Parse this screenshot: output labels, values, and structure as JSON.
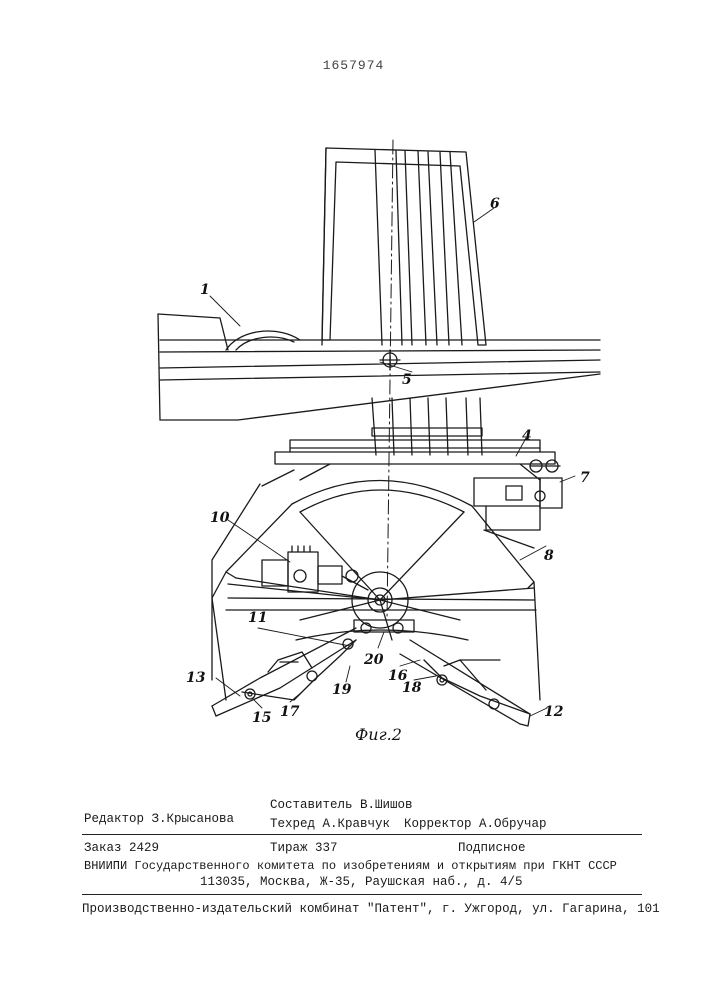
{
  "header": {
    "patent_number": "1657974"
  },
  "figure": {
    "caption": "Фиг.2",
    "callouts": [
      "1",
      "4",
      "5",
      "6",
      "7",
      "8",
      "10",
      "11",
      "12",
      "13",
      "15",
      "16",
      "17",
      "18",
      "19",
      "20"
    ]
  },
  "imprint": {
    "editor": "Редактор З.Крысанова",
    "compiler": "Составитель В.Шишов",
    "techred": "Техред А.Кравчук",
    "corrector": "Корректор А.Обручар",
    "order": "Заказ 2429",
    "circulation": "Тираж 337",
    "subscription": "Подписное",
    "vniipi": "ВНИИПИ Государственного комитета по изобретениям и открытиям при ГКНТ СССР",
    "address": "113035, Москва, Ж-35, Раушская наб., д. 4/5",
    "publisher": "Производственно-издательский комбинат \"Патент\", г. Ужгород, ул. Гагарина, 101"
  }
}
